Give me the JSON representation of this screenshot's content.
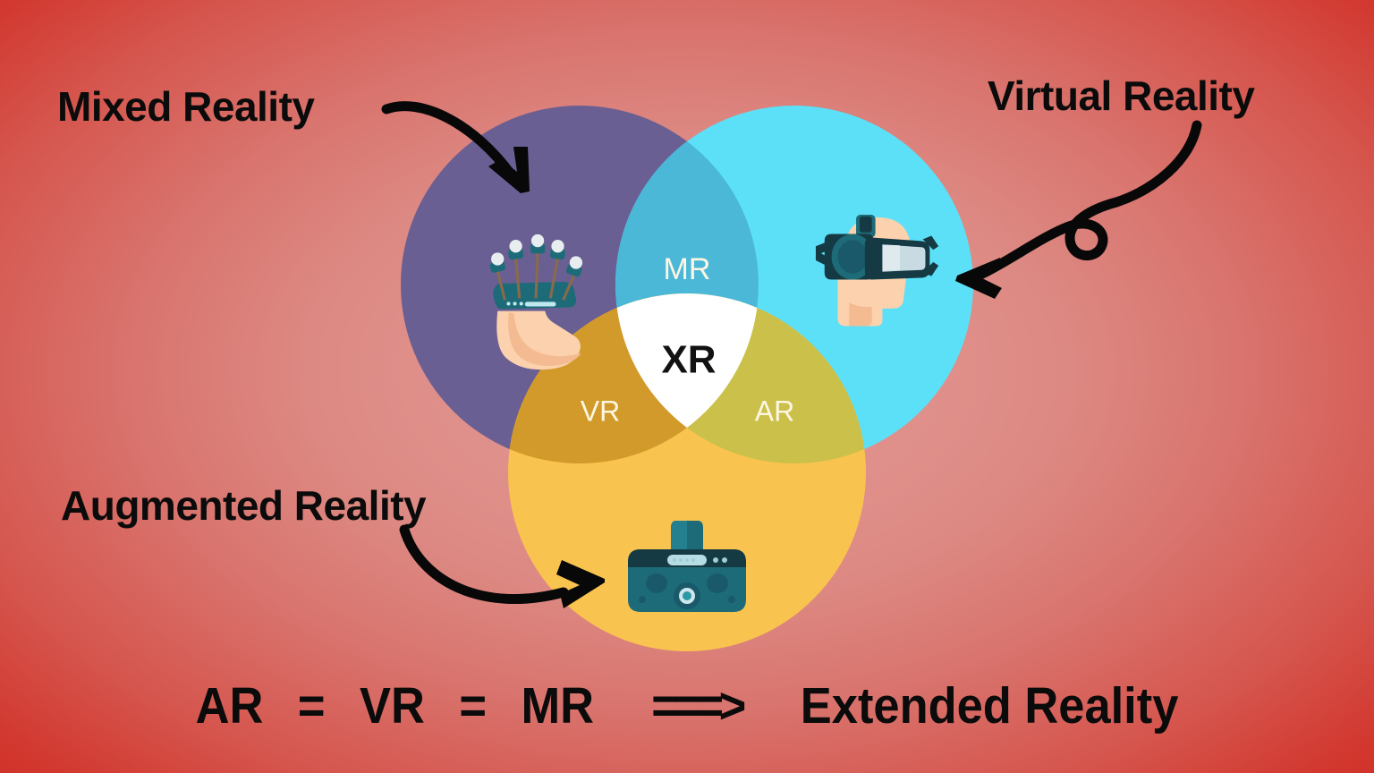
{
  "theme": {
    "background_outer": "#d6322c",
    "background_inner": "#de8b8b",
    "circle_mixed_reality": "#695f93",
    "circle_virtual_reality": "#5ce0f8",
    "circle_augmented_reality": "#f9c34f",
    "overlap_mr": "#4cb8d8",
    "overlap_vr": "#d19a2a",
    "overlap_ar": "#cbc04a",
    "center_xr": "#ffffff",
    "text_dark": "#0b0b0b",
    "text_light": "#fdf6e3"
  },
  "callouts": {
    "mixed_reality": "Mixed Reality",
    "virtual_reality": "Virtual Reality",
    "augmented_reality": "Augmented Reality"
  },
  "venn": {
    "regions": [
      {
        "id": "mixed-reality-circle",
        "label": "",
        "color": "#695f93"
      },
      {
        "id": "virtual-reality-circle",
        "label": "",
        "color": "#5ce0f8"
      },
      {
        "id": "augmented-reality-circle",
        "label": "",
        "color": "#f9c34f"
      }
    ],
    "intersections": [
      {
        "id": "mr",
        "label": "MR",
        "color": "#4cb8d8"
      },
      {
        "id": "vr",
        "label": "VR",
        "color": "#d19a2a"
      },
      {
        "id": "ar",
        "label": "AR",
        "color": "#cbc04a"
      }
    ],
    "center": {
      "id": "xr",
      "label": "XR",
      "color": "#ffffff"
    },
    "icons": [
      {
        "name": "haptic-glove-icon",
        "region": "mixed-reality-circle"
      },
      {
        "name": "vr-headset-head-icon",
        "region": "virtual-reality-circle"
      },
      {
        "name": "vr-headset-device-icon",
        "region": "augmented-reality-circle"
      }
    ]
  },
  "formula": {
    "term1": "AR",
    "equals1": "=",
    "term2": "VR",
    "equals2": "=",
    "term3": "MR",
    "arrow": "===>",
    "result": "Extended Reality",
    "full_text": "AR = VR = MR ===> Extended Reality"
  },
  "arrows": [
    {
      "name": "arrow-to-mixed-reality",
      "from": "Mixed Reality label",
      "to": "mixed reality circle"
    },
    {
      "name": "arrow-to-virtual-reality",
      "from": "Virtual Reality label",
      "to": "virtual reality circle"
    },
    {
      "name": "arrow-to-augmented-reality",
      "from": "Augmented Reality label",
      "to": "augmented reality circle"
    }
  ]
}
